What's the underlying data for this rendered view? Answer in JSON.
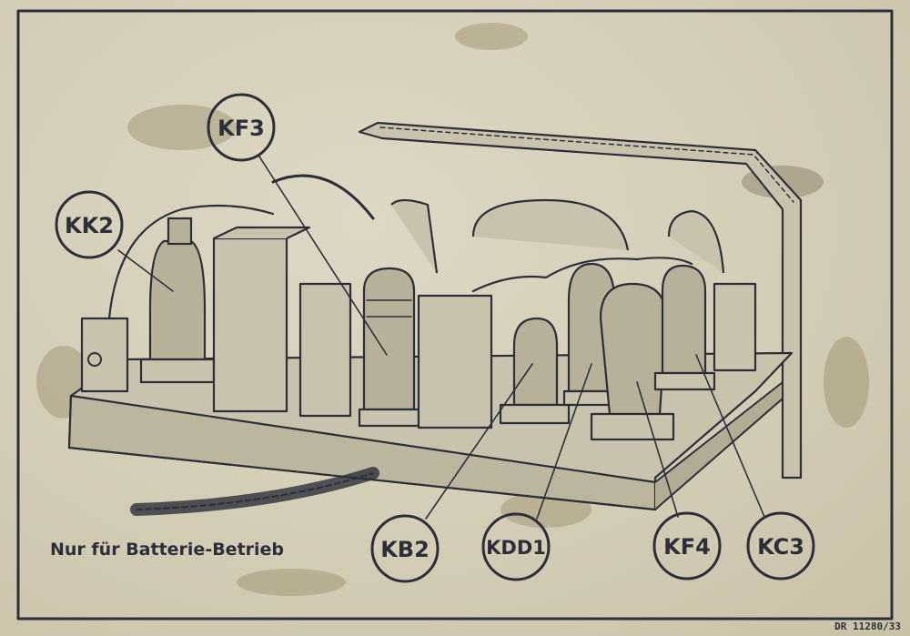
{
  "caption": "Nur für Batterie-Betrieb",
  "print_code": "DR 11280/33",
  "labels": {
    "kk2": "KK2",
    "kf3": "KF3",
    "kb2": "KB2",
    "kdd1": "KDD1",
    "kf4": "KF4",
    "kc3": "KC3"
  },
  "colors": {
    "ink": "#2c2f3a",
    "paper": "#d8d2bd"
  }
}
